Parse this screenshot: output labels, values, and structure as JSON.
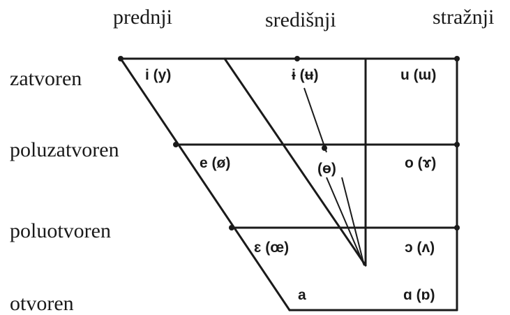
{
  "columns": [
    {
      "id": "front",
      "label": "prednji"
    },
    {
      "id": "central",
      "label": "središnji"
    },
    {
      "id": "back",
      "label": "stražnji"
    }
  ],
  "rows": [
    {
      "id": "close",
      "label": "zatvoren"
    },
    {
      "id": "close_mid",
      "label": "poluzatvoren"
    },
    {
      "id": "open_mid",
      "label": "poluotvoren"
    },
    {
      "id": "open",
      "label": "otvoren"
    }
  ],
  "vowels": [
    {
      "id": "close_front",
      "text": "i (y)"
    },
    {
      "id": "close_central",
      "text": "ɨ (ʉ)"
    },
    {
      "id": "close_back",
      "text": "u (ɯ)"
    },
    {
      "id": "close_mid_front",
      "text": "e (ø)"
    },
    {
      "id": "close_mid_central",
      "text": "(ɵ)"
    },
    {
      "id": "close_mid_back",
      "text": "o (ɤ)"
    },
    {
      "id": "open_mid_front",
      "text": "ɛ (œ)"
    },
    {
      "id": "open_mid_back",
      "text": "ɔ (ʌ)"
    },
    {
      "id": "open_front",
      "text": "a"
    },
    {
      "id": "open_back",
      "text": "ɑ (ɒ)"
    }
  ]
}
